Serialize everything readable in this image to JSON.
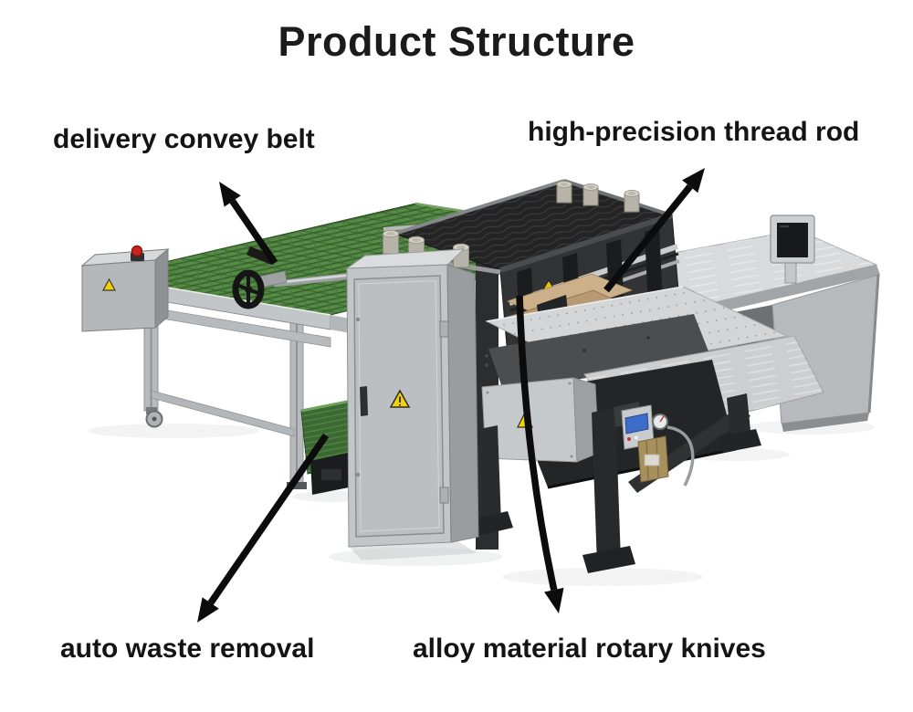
{
  "title": "Product Structure",
  "labels": {
    "delivery_convey_belt": "delivery convey belt",
    "high_precision_thread_rod": "high-precision thread rod",
    "auto_waste_removal": "auto waste removal",
    "alloy_material_rotary_knives": "alloy material rotary knives"
  },
  "colors": {
    "background": "#ffffff",
    "text": "#161616",
    "arrow_black": "#0c0c0c",
    "conveyor_green": "#568c45",
    "conveyor_green_dark": "#38622e",
    "machine_silver": "#c3c6c8",
    "machine_silver_light": "#d8dadc",
    "frame_dark": "#2b2c2e",
    "mesh_charcoal": "#242425",
    "warning_yellow": "#f4d106",
    "estop_red": "#c6271d",
    "board_tan": "#cbb08a",
    "display_blue": "#3e6cc9"
  }
}
